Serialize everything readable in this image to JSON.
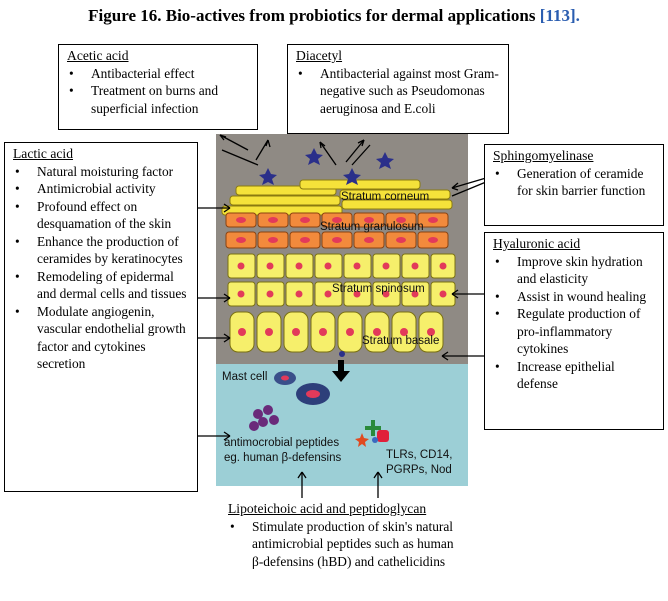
{
  "title": {
    "main": "Figure 16. Bio-actives from probiotics for dermal applications",
    "ref": "[113]."
  },
  "boxes": {
    "acetic": {
      "heading": "Acetic acid",
      "items": [
        "Antibacterial effect",
        "Treatment on burns and superficial infection"
      ]
    },
    "diacetyl": {
      "heading": "Diacetyl",
      "items": [
        "Antibacterial against most Gram-negative such as Pseudomonas aeruginosa and E.coli"
      ]
    },
    "lactic": {
      "heading": "Lactic acid",
      "items": [
        "Natural moisturing factor",
        "Antimicrobial activity",
        "Profound effect on desquamation of the skin",
        "Enhance the production of ceramides by keratinocytes",
        "Remodeling of epidermal and dermal cells and tissues",
        "Modulate angiogenin, vascular endothelial growth factor and cytokines secretion"
      ]
    },
    "sphingo": {
      "heading": "Sphingomyelinase",
      "items": [
        "Generation of ceramide for skin barrier function"
      ]
    },
    "hyaluronic": {
      "heading": "Hyaluronic acid",
      "items": [
        "Improve skin hydration and elasticity",
        "Assist in wound healing",
        "Regulate production of pro-inflammatory cytokines",
        "Increase epithelial defense"
      ]
    },
    "lipo": {
      "heading": "Lipoteichoic acid and peptidoglycan",
      "items": [
        "Stimulate production of skin's natural antimicrobial peptides such as human β-defensins (hBD) and cathelicidins"
      ]
    }
  },
  "skin": {
    "corneum": "Stratum corneum",
    "granulosum": "Stratum granulosum",
    "spinosum": "Stratum spinosum",
    "basale": "Stratum basale",
    "mast_cell": "Mast cell",
    "amp_line1": "antimocrobial peptides",
    "amp_line2": "eg. human β-defensins",
    "tlr_line1": "TLRs, CD14,",
    "tlr_line2": "PGRPs, Nod"
  },
  "colors": {
    "background": "#8f8a84",
    "dermis": "#9ccfd6",
    "corneum": "#f5e23a",
    "granulosum": "#f28a3c",
    "keratinocyte": "#f6ef6b",
    "nucleus": "#e23a5a",
    "title_ref": "#2a5db0"
  }
}
